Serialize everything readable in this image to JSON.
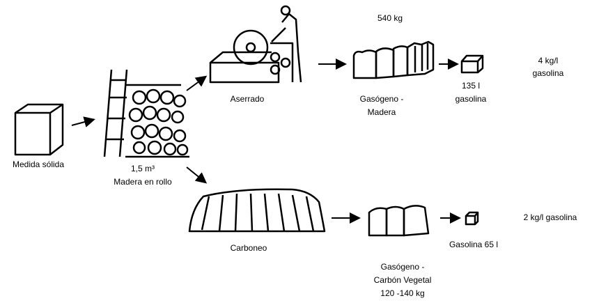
{
  "labels": {
    "solid": "Medida sólida",
    "roll_volume": "1,5 m³",
    "roll": "Madera en rollo",
    "sawing": "Aserrado",
    "wood_mass": "540 kg",
    "gas_wood_1": "Gasógeno -",
    "gas_wood_2": "Madera",
    "wood_fuel_1": "135 l",
    "wood_fuel_2": "gasolina",
    "wood_ratio_1": "4 kg/l",
    "wood_ratio_2": "gasolina",
    "charcoal": "Carboneo",
    "gas_char_1": "Gasógeno -",
    "gas_char_2": "Carbón Vegetal",
    "gas_char_3": "120 -140 kg",
    "char_fuel": "Gasolina 65 l",
    "char_ratio": "2 kg/l gasolina"
  }
}
